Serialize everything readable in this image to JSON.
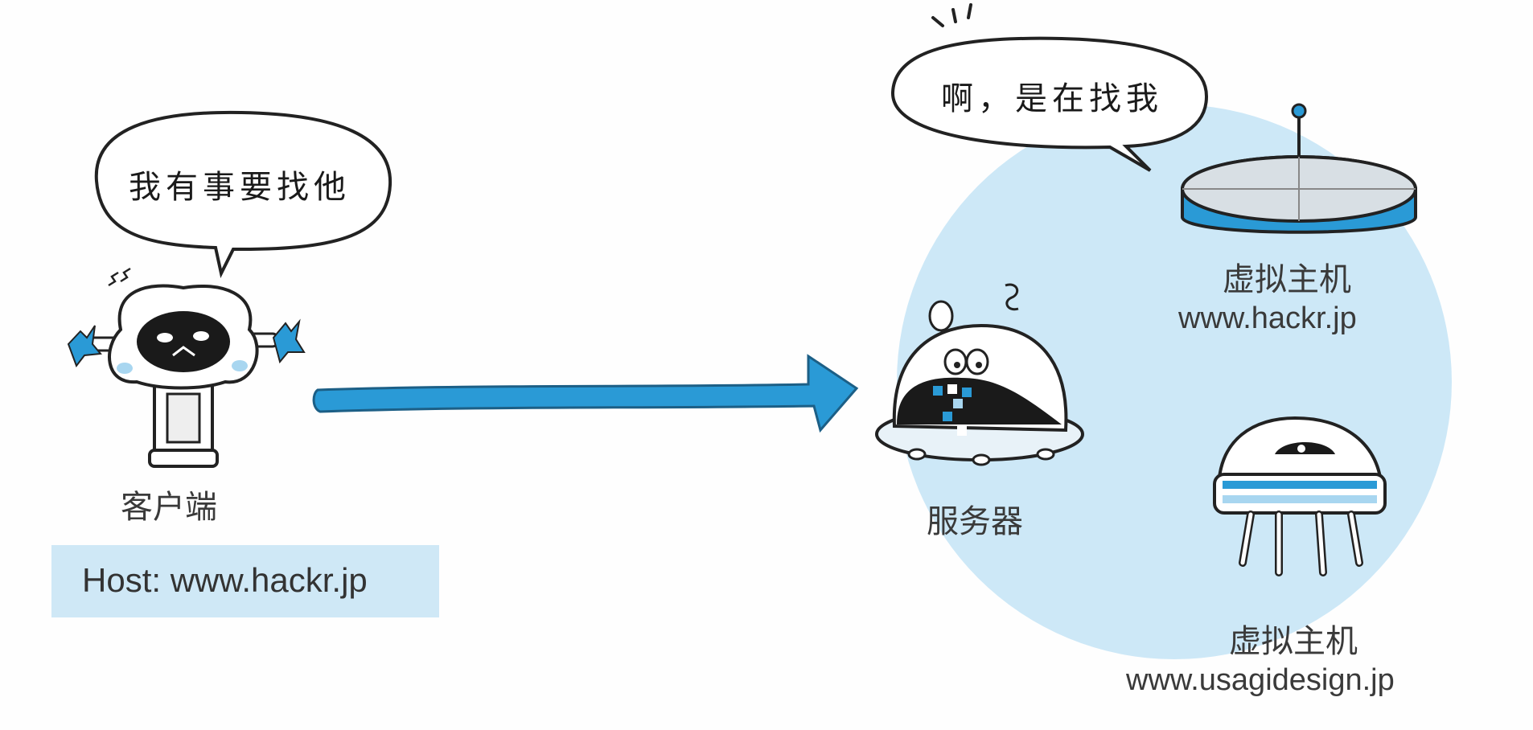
{
  "client": {
    "speech": "我有事要找他",
    "label": "客户端",
    "host_header": "Host: www.hackr.jp"
  },
  "server": {
    "speech": "啊，是在找我",
    "label": "服务器"
  },
  "virtual_hosts": [
    {
      "label": "虚拟主机",
      "domain": "www.hackr.jp"
    },
    {
      "label": "虚拟主机",
      "domain": "www.usagidesign.jp"
    }
  ],
  "colors": {
    "arrow": "#2a9ad6",
    "circle": "#cde8f7",
    "host_box": "#cfe8f6"
  }
}
